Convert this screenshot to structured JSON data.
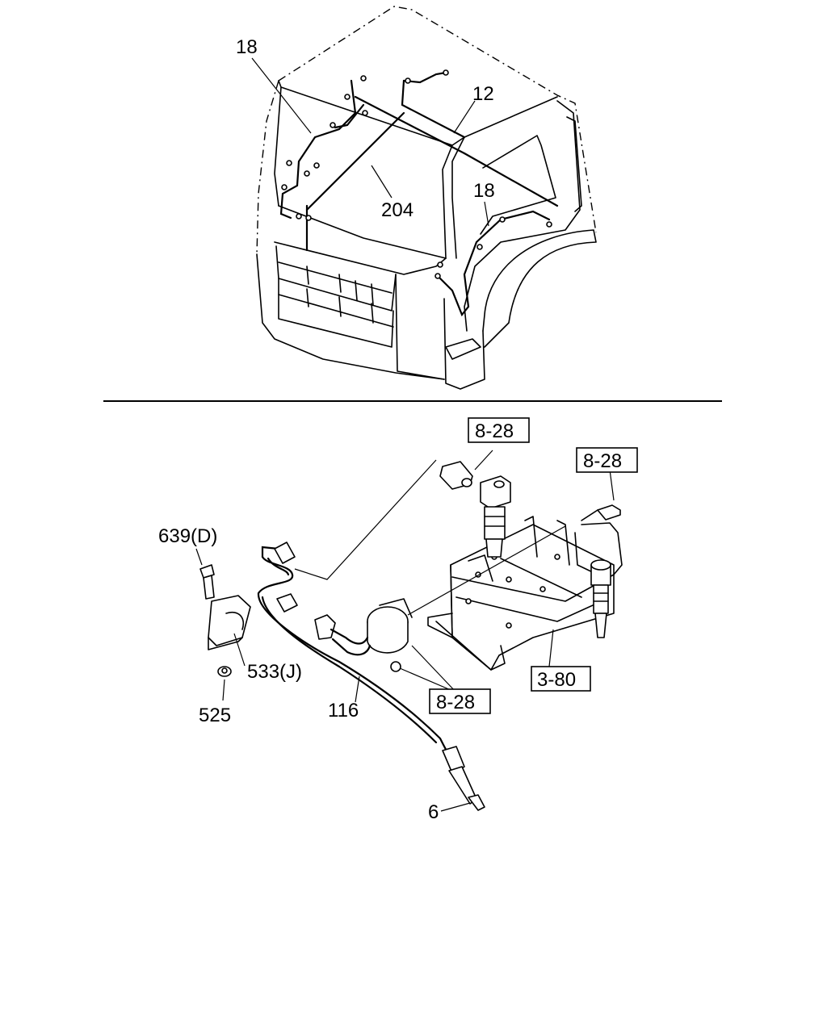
{
  "callouts": {
    "cab_wire_left": "18",
    "cab_harness_top": "12",
    "cab_harness_main": "204",
    "cab_wire_right": "18",
    "ref_sensor_top": "8-28",
    "ref_bolt_right": "8-28",
    "bolt_639": "639(D)",
    "clip_533": "533(J)",
    "nut_525": "525",
    "harness_116": "116",
    "ref_actuator": "8-28",
    "ref_bracket": "3-80",
    "connector_6": "6"
  }
}
